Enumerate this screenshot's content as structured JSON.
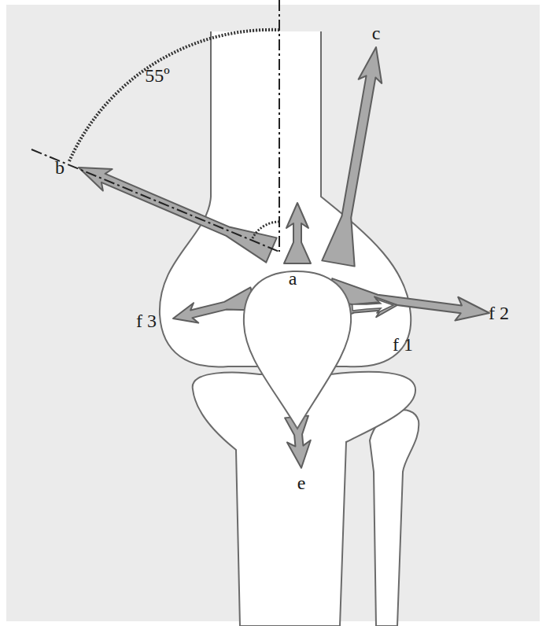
{
  "diagram": {
    "labels": [
      "55º",
      "a",
      "b",
      "c",
      "f 3",
      "f 2",
      "f 1",
      "e"
    ]
  }
}
